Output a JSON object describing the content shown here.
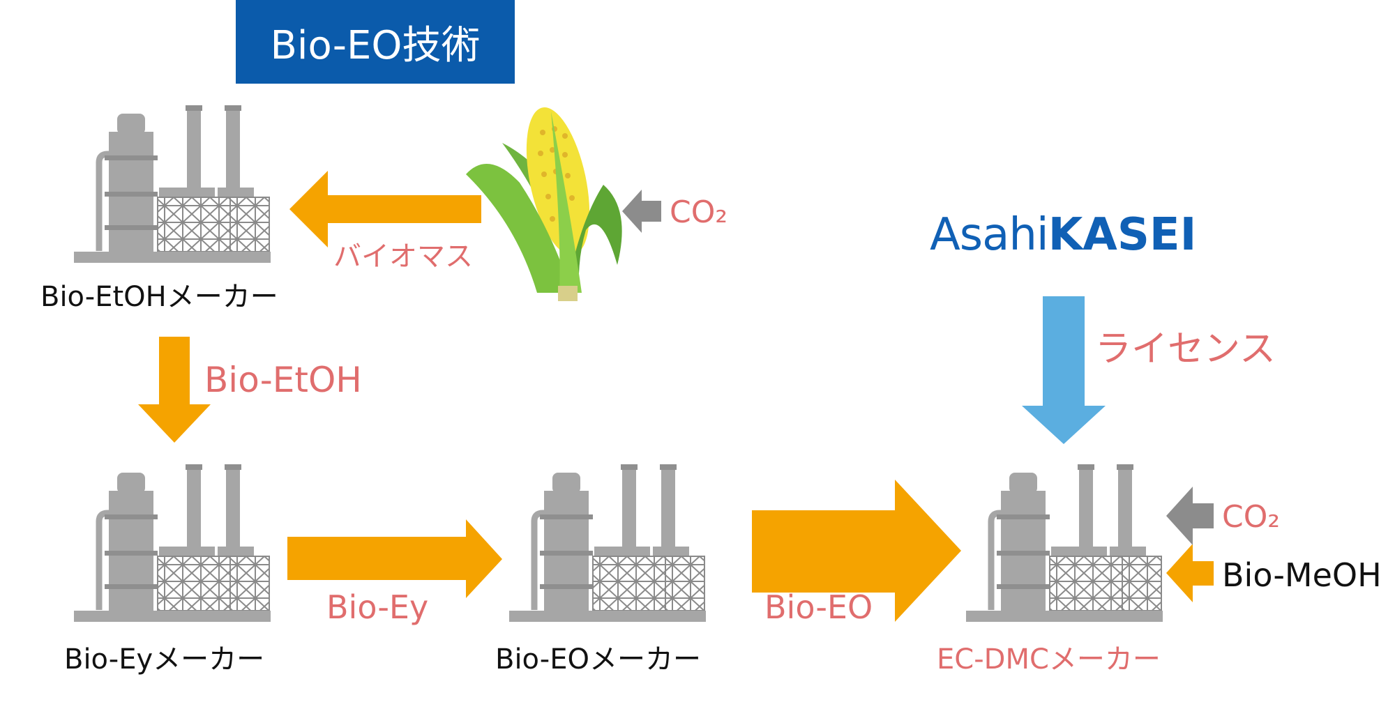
{
  "title": "Bio-EO技術",
  "logo": {
    "part1": "Asahi",
    "part2": "KASEI"
  },
  "plants": [
    {
      "label": "Bio-EtOHメーカー"
    },
    {
      "label": "Bio-Eyメーカー"
    },
    {
      "label": "Bio-EOメーカー"
    },
    {
      "label": "EC-DMCメーカー"
    }
  ],
  "flows": {
    "biomass": "バイオマス",
    "bio_etoh": "Bio-EtOH",
    "bio_ey": "Bio-Ey",
    "bio_eo": "Bio-EO",
    "license": "ライセンス",
    "co2_top": "CO₂",
    "co2_right": "CO₂",
    "bio_meoh": "Bio-MeOH"
  },
  "colors": {
    "orange_arrow": "#f5a300",
    "blue_arrow": "#5baee0",
    "gray_arrow": "#8c8c8c",
    "plant_gray": "#a6a6a6",
    "title_bg": "#0b5bab",
    "flow_label": "#e06d6d",
    "logo": "#1060b5"
  },
  "icons": [
    "factory-icon",
    "corn-icon"
  ]
}
